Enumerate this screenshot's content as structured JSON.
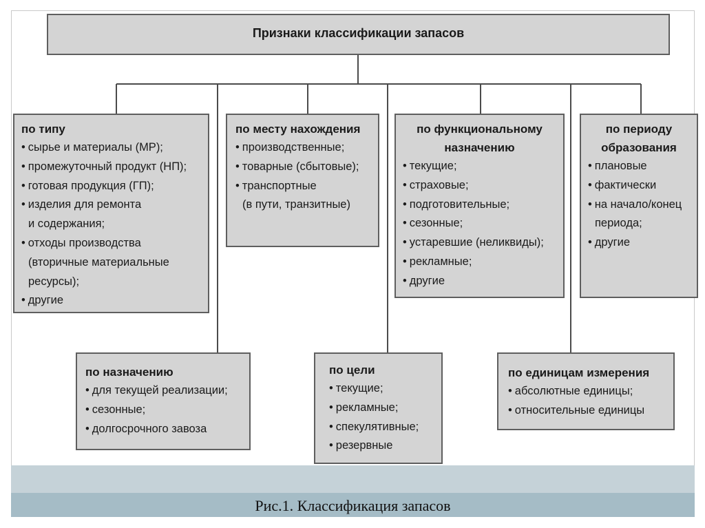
{
  "root": {
    "title": "Признаки классификации запасов"
  },
  "boxes": {
    "type": {
      "header": [
        "по типу"
      ],
      "items": [
        "сырье и материалы (МР);",
        "промежуточный продукт (НП);",
        "готовая продукция (ГП);",
        "изделия для ремонта",
        "и содержания;",
        "отходы производства",
        "(вторичные материальные",
        "ресурсы);",
        "другие"
      ]
    },
    "location": {
      "header": [
        "по месту нахождения"
      ],
      "items": [
        "производственные;",
        "товарные (сбытовые);",
        "транспортные",
        "(в пути, транзитные)"
      ]
    },
    "function": {
      "header": [
        "по функциональному",
        "назначению"
      ],
      "items": [
        "текущие;",
        "страховые;",
        "подготовительные;",
        "сезонные;",
        "устаревшие (неликвиды);",
        "рекламные;",
        "другие"
      ]
    },
    "period": {
      "header": [
        "по периоду",
        "образования"
      ],
      "items": [
        "плановые",
        "фактически",
        "на начало/конец",
        "периода;",
        "другие"
      ]
    },
    "purpose": {
      "header": [
        "по назначению"
      ],
      "items": [
        "для текущей реализации;",
        "сезонные;",
        "долгосрочного завоза"
      ]
    },
    "goal": {
      "header": [
        "по цели"
      ],
      "items": [
        "текущие;",
        "рекламные;",
        "спекулятивные;",
        "резервные"
      ]
    },
    "units": {
      "header": [
        "по единицам измерения"
      ],
      "items": [
        "абсолютные единицы;",
        "относительные единицы"
      ]
    }
  },
  "caption": "Рис.1. Классификация запасов",
  "colors": {
    "box_fill": "#d4d4d4",
    "box_border": "#5e5e5e",
    "band_light": "#c5d2d8",
    "band_dark": "#a5bcc6"
  }
}
